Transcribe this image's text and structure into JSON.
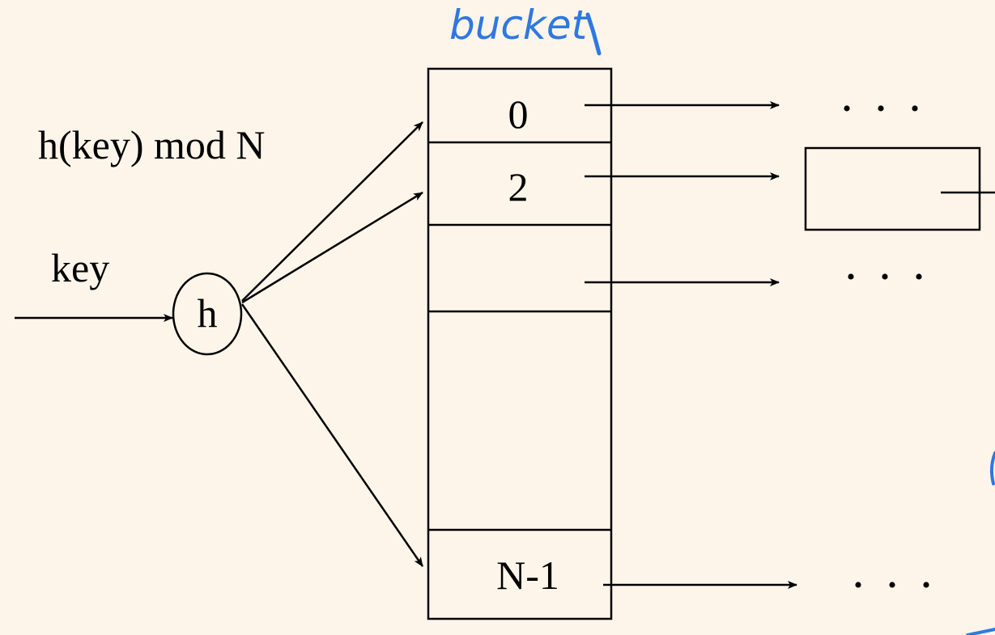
{
  "annotation": {
    "handwritten_label": "bucket",
    "ink_color": "#2f78e0"
  },
  "labels": {
    "hash_formula": "h(key) mod N",
    "input_label": "key",
    "hash_function": "h"
  },
  "bucket_array": {
    "slots": [
      "0",
      "2",
      "",
      "",
      "N-1"
    ]
  },
  "chains": {
    "ellipsis": [
      "• • •",
      "• • •",
      "• • •"
    ]
  },
  "colors": {
    "background": "#fdf5ea",
    "stroke": "#000000"
  }
}
